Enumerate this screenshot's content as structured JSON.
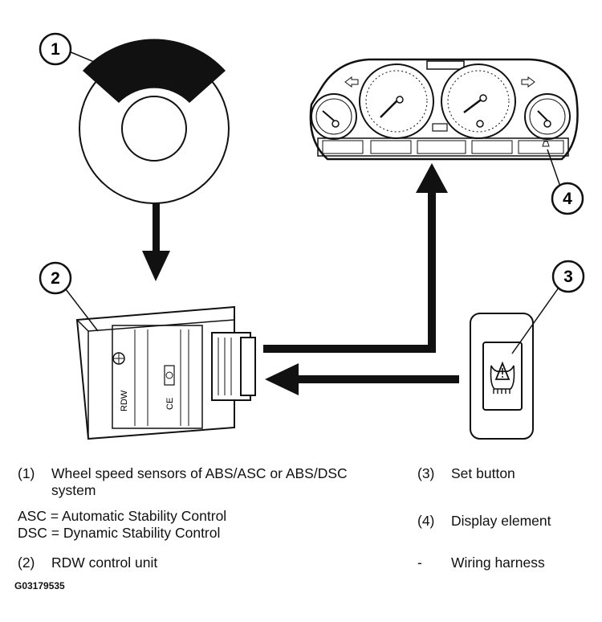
{
  "callouts": {
    "c1": "1",
    "c2": "2",
    "c3": "3",
    "c4": "4"
  },
  "unit_text": {
    "rdw": "RDW",
    "ce": "CE"
  },
  "legend": {
    "item1_num": "(1)",
    "item1_text_line1": "Wheel speed sensors of ABS/ASC or ABS/DSC",
    "item1_text_line2": "system",
    "asc_def": "ASC = Automatic Stability Control",
    "dsc_def": "DSC = Dynamic Stability Control",
    "item2_num": "(2)",
    "item2_text": "RDW control unit",
    "item3_num": "(3)",
    "item3_text": "Set button",
    "item4_num": "(4)",
    "item4_text": "Display element",
    "item5_num": "-",
    "item5_text": "Wiring harness"
  },
  "figure_code": "G03179535"
}
